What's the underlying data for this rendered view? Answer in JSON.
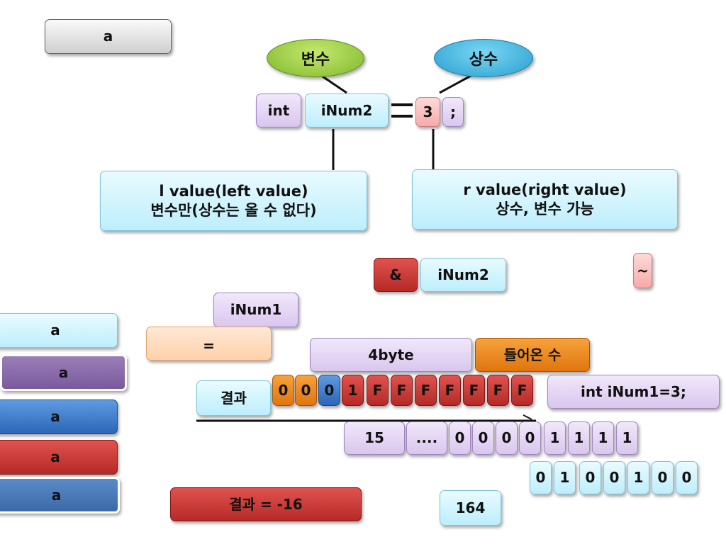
{
  "title_box": "a",
  "variable_label": "변수",
  "constant_label": "상수",
  "declaration": {
    "type": "int",
    "name": "iNum2",
    "equals_sign": "=",
    "value": "3",
    "semicolon": ";"
  },
  "lvalue": {
    "line1": "l  value(left value)",
    "line2": "변수만(상수는 올 수 없다)"
  },
  "rvalue": {
    "line1": "r value(right value)",
    "line2": "상수, 변수 가능"
  },
  "address_op": "&",
  "address_var": "iNum2",
  "tilde_op": "~",
  "inum1_label": "iNum1",
  "assign_op": "=",
  "legend": [
    "a",
    "a",
    "a",
    "a",
    "a"
  ],
  "size_label": "4byte",
  "incoming_label": "들어온 수",
  "result_label": "결과",
  "hex_bits": [
    "0",
    "0",
    "0",
    "1",
    "F",
    "F",
    "F",
    "F",
    "F",
    "F",
    "F"
  ],
  "code_label": "int iNum1=3;",
  "bit_index": "15",
  "ellipsis": "....",
  "binary_row": [
    "0",
    "0",
    "0",
    "0",
    "1",
    "1",
    "1",
    "1"
  ],
  "binary_row2": [
    "0",
    "1",
    "0",
    "0",
    "1",
    "0",
    "0"
  ],
  "result_value": "결과 = -16",
  "number_box": "164"
}
